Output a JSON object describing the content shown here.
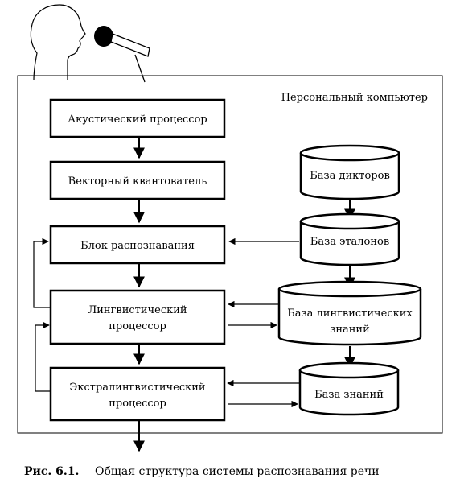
{
  "container_label": "Персональный компьютер",
  "blocks": {
    "acoustic": "Акустический процессор",
    "vector": "Векторный квантователь",
    "recog": "Блок распознавания",
    "ling": [
      "Лингвистический",
      "процессор"
    ],
    "extra": [
      "Экстралингвистический",
      "процессор"
    ]
  },
  "databases": {
    "speakers": "База дикторов",
    "templates": "База эталонов",
    "ling_knowledge": [
      "База лингвистических",
      "знаний"
    ],
    "knowledge": "База знаний"
  },
  "caption": {
    "number": "Рис. 6.1.",
    "text": "Общая структура системы распознавания речи"
  }
}
